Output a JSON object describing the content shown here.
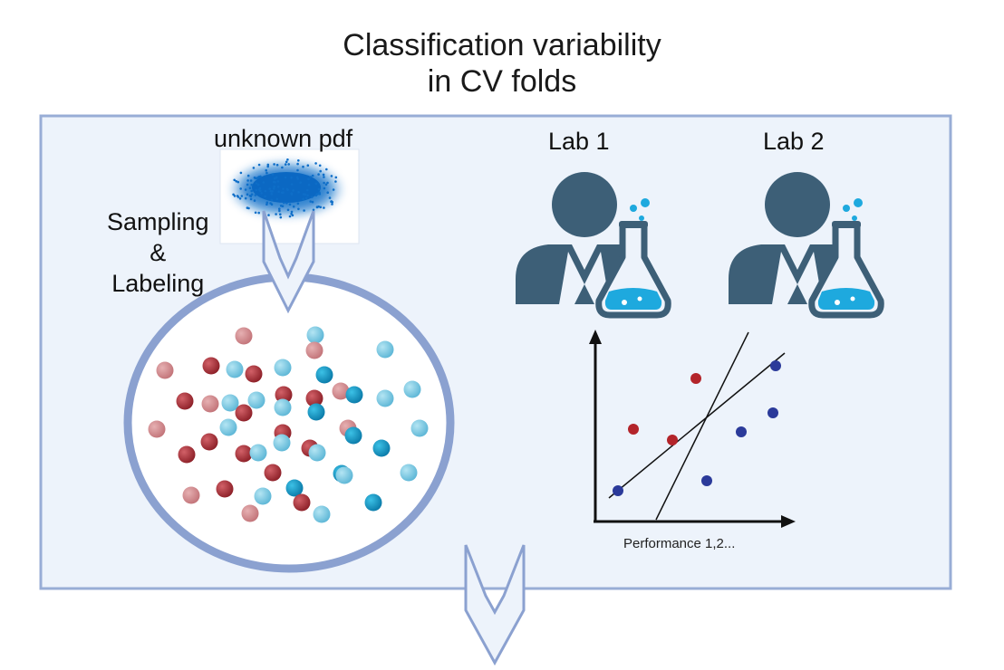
{
  "title": {
    "line1": "Classification variability",
    "line2": "in CV folds"
  },
  "labels": {
    "pdf": "unknown pdf",
    "sampling_line1": "Sampling",
    "sampling_line2": "&",
    "sampling_line3": "Labeling",
    "lab1": "Lab 1",
    "lab2": "Lab 2",
    "performance": "Performance 1,2..."
  },
  "colors": {
    "panel_fill": "#edf3fb",
    "panel_border": "#98add6",
    "ellipse_border": "#8ba1d0",
    "cloud": "#0e6ec8",
    "person": "#3d5f77",
    "flask_liquid": "#1ea9de",
    "dark_red": "#a2323a",
    "light_red": "#d48a8e",
    "dark_blue": "#0d8ebd",
    "light_blue": "#7ccbe4",
    "plot_red": "#b3242a",
    "plot_blue": "#2b3a9a"
  },
  "icons": [
    "person-scientist-icon",
    "flask-icon",
    "down-chevron-arrow-icon"
  ]
}
